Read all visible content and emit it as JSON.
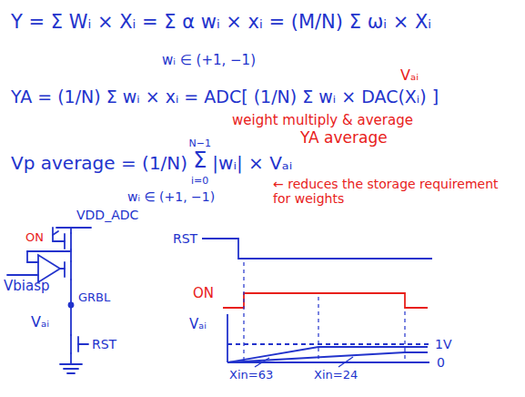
{
  "diagram": {
    "labels": [
      "Y = Σ Wᵢ × Xᵢ = Σ α wᵢ × xᵢ = (M/N) Σ ωᵢ × Xᵢ",
      "wᵢ ∈ (+1, −1)",
      "Vₐᵢ",
      "YA = (1/N) Σ wᵢ × xᵢ = ADC[ (1/N) Σ wᵢ × DAC(Xᵢ) ]",
      "weight multiply & average",
      "YA average",
      "Vp average = (1/N)",
      "N−1",
      "Σ",
      "i=0",
      "|wᵢ| × Vₐᵢ",
      "wᵢ ∈ (+1, −1)",
      "← reduces the storage requirement for weights",
      "VDD_ADC",
      "ON",
      "Vbiasp",
      "GRBL",
      "Vₐᵢ",
      "RST",
      "RST",
      "ON",
      "Vₐᵢ",
      "1V",
      "0",
      "Xin=63",
      "Xin=24"
    ]
  }
}
